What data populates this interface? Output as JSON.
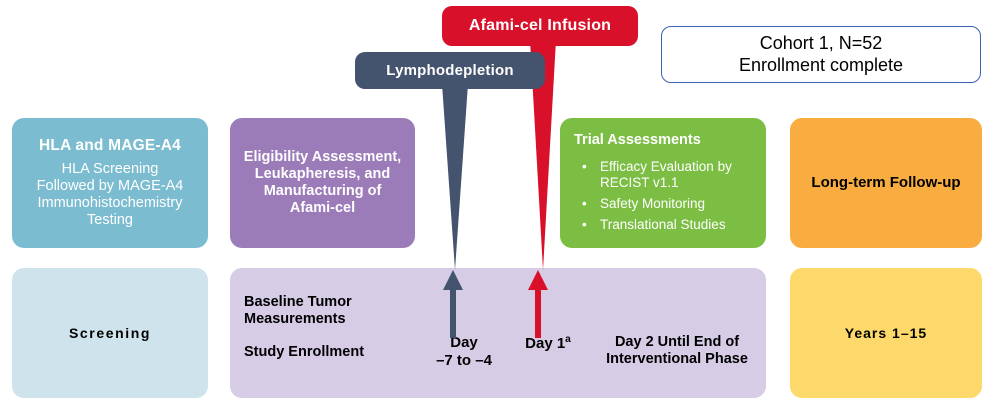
{
  "diagram": {
    "title": "Afami-cel clinical trial schema",
    "colors": {
      "hla_box": "#7cbcd0",
      "eligibility_box": "#9b7cb8",
      "trial_box": "#7cbe44",
      "ltfu_box": "#f9ad40",
      "screening_box": "#cfe3ec",
      "timeline_band": "#d6cce6",
      "years_box": "#fcd96a",
      "infusion_banner": "#d8102a",
      "lymphodepletion_banner": "#44536e",
      "callout_border": "#3a62b5"
    }
  },
  "banners": {
    "infusion": "Afami-cel Infusion",
    "lymphodepletion": "Lymphodepletion"
  },
  "callout": {
    "line1": "Cohort 1, N=52",
    "line2": "Enrollment complete"
  },
  "phases": {
    "hla": {
      "header": "HLA and MAGE-A4",
      "line1": "HLA Screening",
      "line2": "Followed by MAGE-A4",
      "line3": "Immunohistochemistry",
      "line4": "Testing"
    },
    "eligibility": {
      "line1": "Eligibility Assessment,",
      "line2": "Leukapheresis, and",
      "line3": "Manufacturing of",
      "line4": "Afami-cel"
    },
    "trial_assessments": {
      "header": "Trial Assessments",
      "bullets": [
        "Efficacy Evaluation by RECIST v1.1",
        "Safety Monitoring",
        "Translational Studies"
      ]
    },
    "long_term_followup": {
      "label": "Long-term Follow-up"
    }
  },
  "timeline": {
    "screening": "Screening",
    "baseline_line1": "Baseline Tumor",
    "baseline_line2": "Measurements",
    "enrollment": "Study Enrollment",
    "day_minus7_line1": "Day",
    "day_minus7_line2": "–7 to –4",
    "day1_label": "Day 1",
    "day1_footnote": "a",
    "day2_line1": "Day 2 Until End of",
    "day2_line2": "Interventional Phase",
    "years": "Years 1–15"
  }
}
